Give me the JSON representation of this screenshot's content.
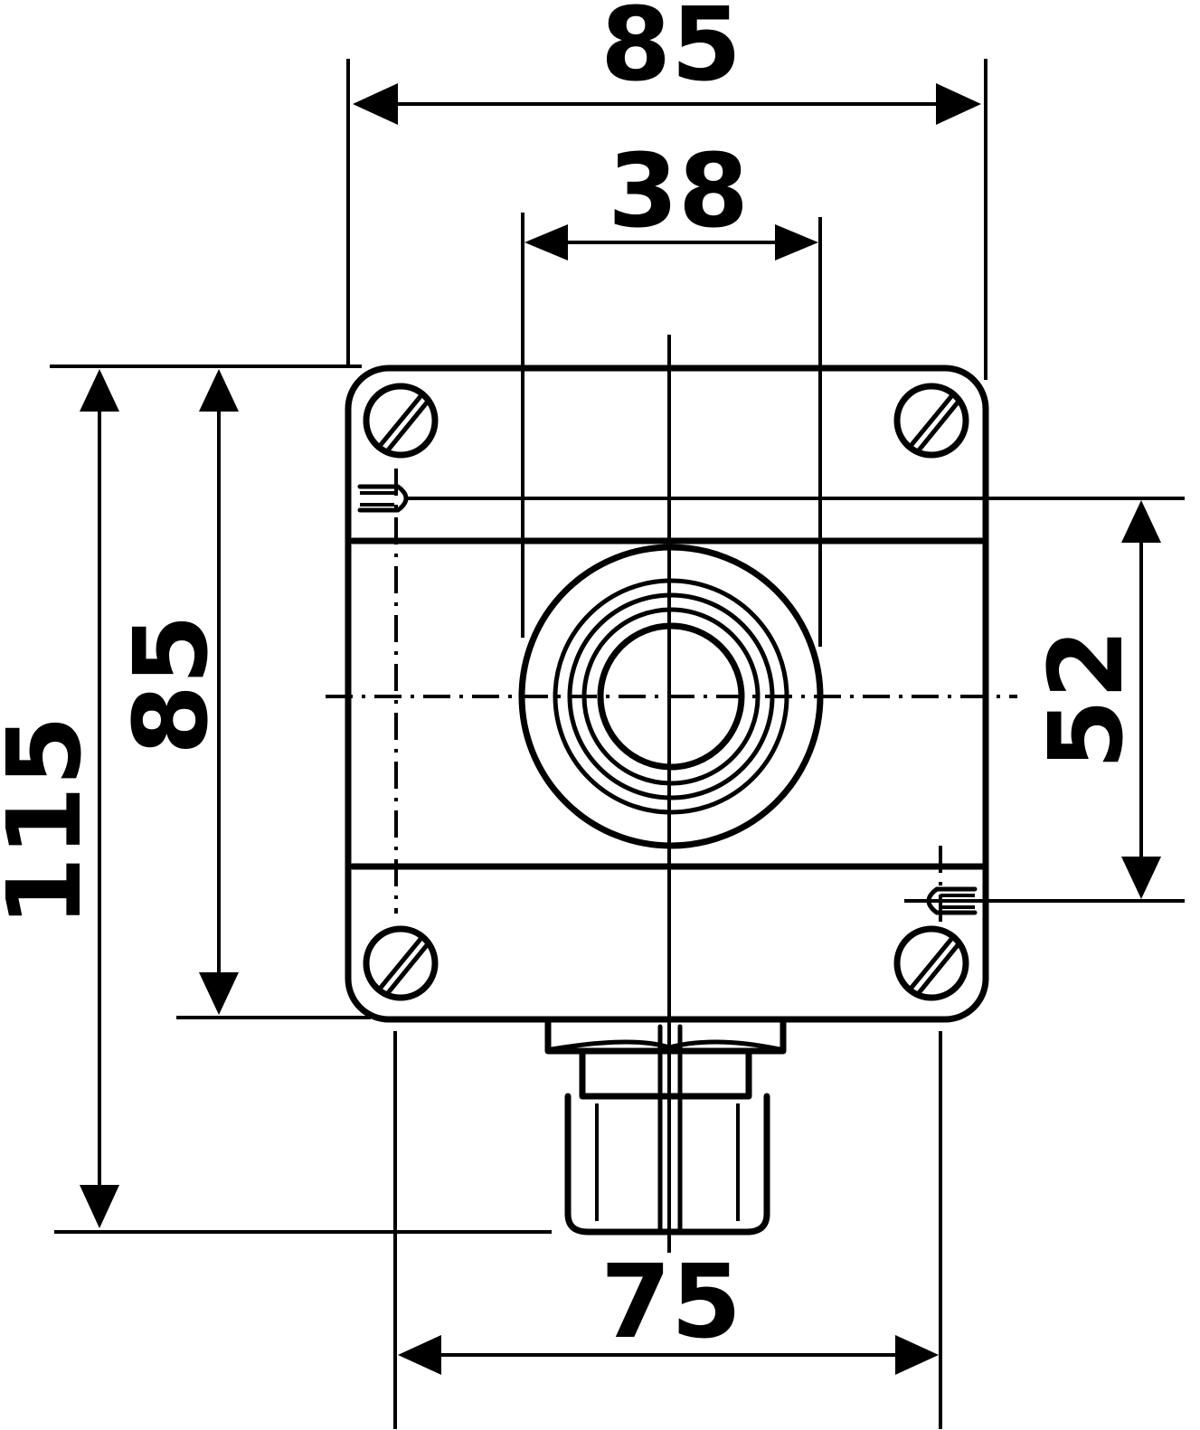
{
  "dimensions": {
    "overall_width": "85",
    "button_diameter": "38",
    "overall_height": "115",
    "body_height": "85",
    "mounting_vertical": "52",
    "mounting_horizontal": "75"
  }
}
